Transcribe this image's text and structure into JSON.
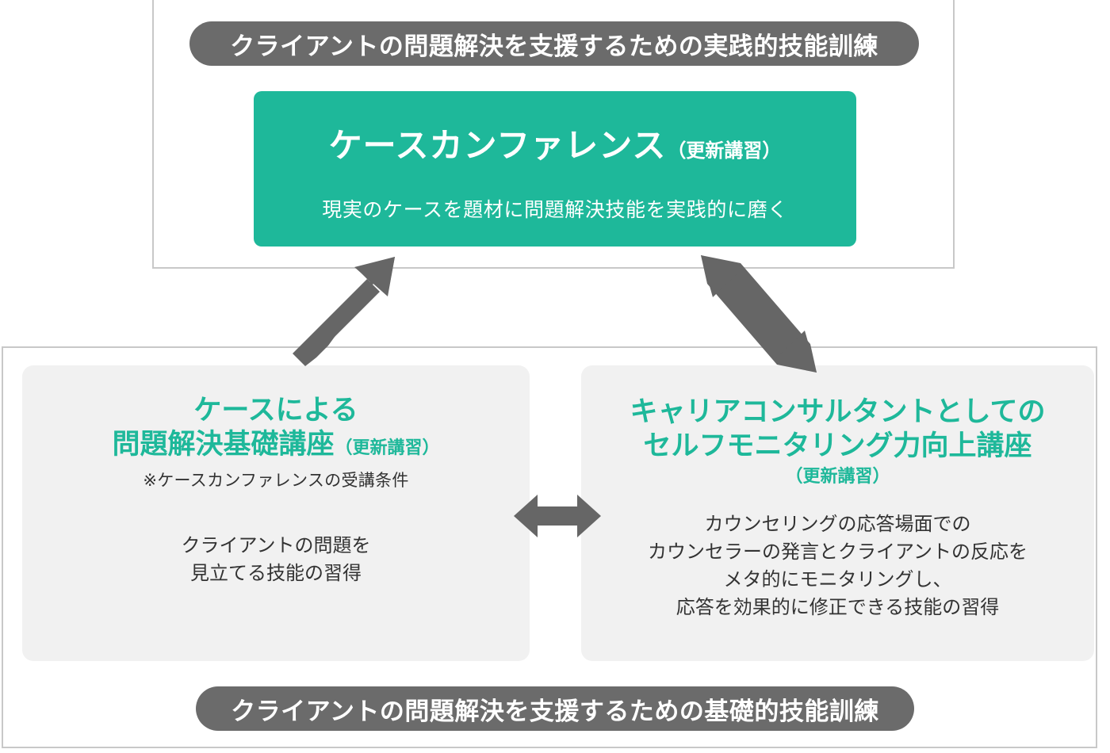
{
  "diagram": {
    "type": "flow",
    "accent_color": "#1eb89a",
    "pill_color": "#6b6b6b",
    "card_background": "#f1f1f1",
    "frame_border_color": "#c8c8c8",
    "arrow_color": "#666666"
  },
  "top_group": {
    "header_pill": "クライアントの問題解決を支援するための実践的技能訓練",
    "course": {
      "title": "ケースカンファレンス",
      "note": "（更新講習）",
      "description": "現実のケースを題材に問題解決技能を実践的に磨く"
    }
  },
  "bottom_group": {
    "footer_pill": "クライアントの問題解決を支援するための基礎的技能訓練",
    "cards": [
      {
        "title_line1": "ケースによる",
        "title_line2": "問題解決基礎講座",
        "note": "（更新講習）",
        "condition": "※ケースカンファレンスの受講条件",
        "body_line1": "クライアントの問題を",
        "body_line2": "見立てる技能の習得"
      },
      {
        "title_line1": "キャリアコンサルタントとしての",
        "title_line2": "セルフモニタリング力向上講座",
        "note": "（更新講習）",
        "condition": "",
        "body_line1": "カウンセリングの応答場面での",
        "body_line2": "カウンセラーの発言とクライアントの反応を",
        "body_line3": "メタ的にモニタリングし、",
        "body_line4": "応答を効果的に修正できる技能の習得"
      }
    ]
  },
  "arrows": [
    {
      "name": "arrow-basic-to-conference",
      "heads": "single",
      "direction": "up-right"
    },
    {
      "name": "arrow-selfmonitoring-to-conference",
      "heads": "double",
      "direction": "diagonal"
    },
    {
      "name": "arrow-between-basic-courses",
      "heads": "double",
      "direction": "horizontal"
    }
  ]
}
